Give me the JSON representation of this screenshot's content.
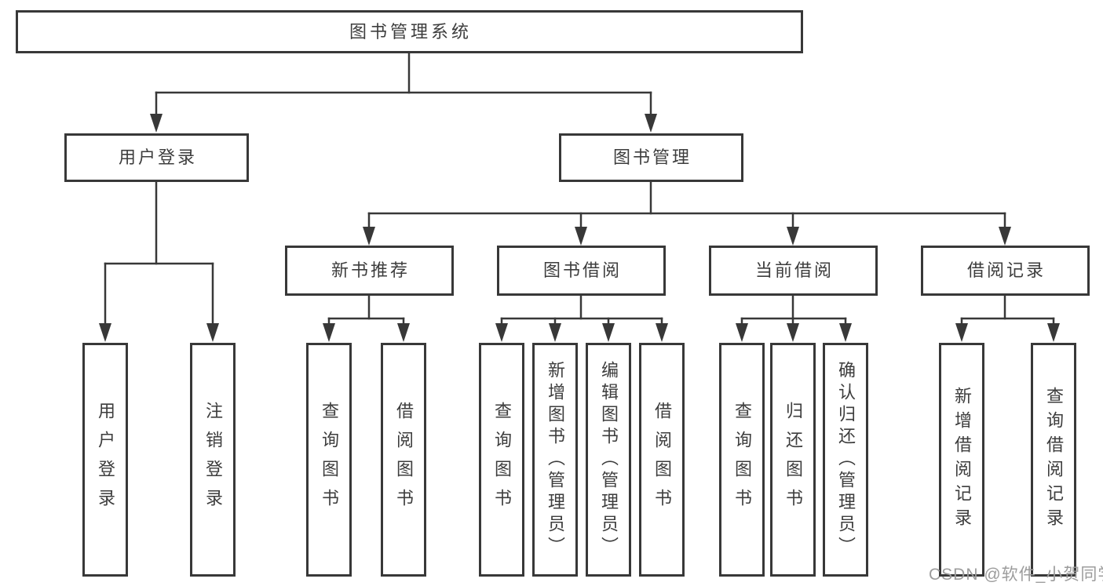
{
  "root": {
    "label": "图书管理系统"
  },
  "branches": {
    "user_login": {
      "label": "用户登录",
      "children": [
        "用户登录",
        "注销登录"
      ]
    },
    "book_mgmt": {
      "label": "图书管理",
      "children": {
        "new_books": {
          "label": "新书推荐",
          "children": [
            "查询图书",
            "借阅图书"
          ]
        },
        "borrowing": {
          "label": "图书借阅",
          "children": [
            "查询图书",
            "新增图书（管理员）",
            "编辑图书（管理员）",
            "借阅图书"
          ]
        },
        "current": {
          "label": "当前借阅",
          "children": [
            "查询图书",
            "归还图书",
            "确认归还（管理员）"
          ]
        },
        "records": {
          "label": "借阅记录",
          "children": [
            "新增借阅记录",
            "查询借阅记录"
          ]
        }
      }
    }
  },
  "watermark": "CSDN @软件_小贺同学",
  "colors": {
    "line": "#383838",
    "text": "#3d3d3d",
    "watermark": "#9c9c9c",
    "background": "#ffffff"
  }
}
